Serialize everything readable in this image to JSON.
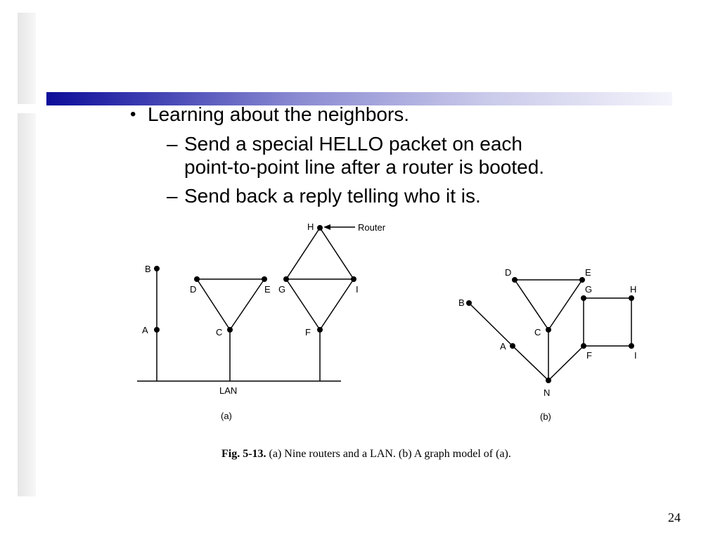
{
  "slide": {
    "bullets": [
      {
        "text": "Learning about the neighbors.",
        "marker": "•"
      },
      {
        "text": "Send a special HELLO packet on each point-to-point line after a router is booted.",
        "line1": "Send a special HELLO packet on each",
        "line2": "point-to-point line after a router is booted.",
        "marker": "–"
      },
      {
        "text": "Send back a reply telling who it is.",
        "marker": "–"
      }
    ],
    "page_number": "24"
  },
  "figure": {
    "caption_label": "Fig.  5-13.",
    "caption_text": " (a) Nine routers and a LAN. (b) A graph model of (a).",
    "router_label": "Router",
    "lan_label": "LAN",
    "part_a_label": "(a)",
    "part_b_label": "(b)",
    "a_nodes": [
      "A",
      "B",
      "C",
      "D",
      "E",
      "F",
      "G",
      "H",
      "I"
    ],
    "b_nodes": [
      "A",
      "B",
      "C",
      "D",
      "E",
      "F",
      "G",
      "H",
      "I",
      "N"
    ]
  },
  "colors": {
    "title_bar_start": "#0d0d99",
    "title_bar_end": "#f4f4fb",
    "text": "#000000"
  }
}
